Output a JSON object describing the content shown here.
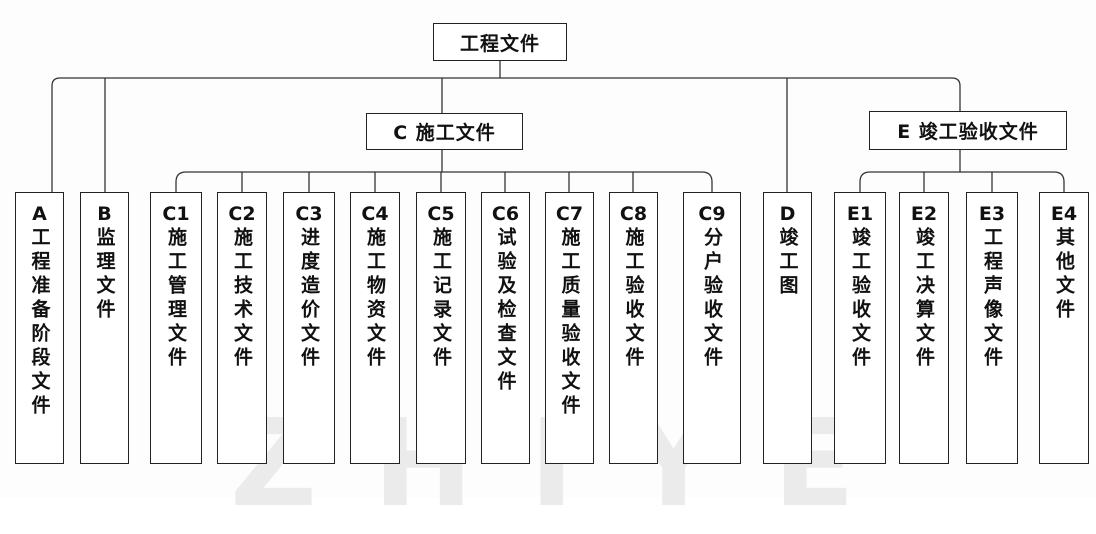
{
  "root": {
    "label": "工程文件"
  },
  "groups": {
    "C": {
      "label": "C 施工文件"
    },
    "E": {
      "label": "E 竣工验收文件"
    }
  },
  "leaves": [
    {
      "code": "A",
      "text": "工程准备阶段文件"
    },
    {
      "code": "B",
      "text": "监理文件"
    },
    {
      "code": "C1",
      "text": "施工管理文件"
    },
    {
      "code": "C2",
      "text": "施工技术文件"
    },
    {
      "code": "C3",
      "text": "进度造价文件"
    },
    {
      "code": "C4",
      "text": "施工物资文件"
    },
    {
      "code": "C5",
      "text": "施工记录文件"
    },
    {
      "code": "C6",
      "text": "试验及检查文件"
    },
    {
      "code": "C7",
      "text": "施工质量验收文件"
    },
    {
      "code": "C8",
      "text": "施工验收文件"
    },
    {
      "code": "C9",
      "text": "分户验收文件"
    },
    {
      "code": "D",
      "text": "竣工图"
    },
    {
      "code": "E1",
      "text": "竣工验收文件"
    },
    {
      "code": "E2",
      "text": "竣工决算文件"
    },
    {
      "code": "E3",
      "text": "工程声像文件"
    },
    {
      "code": "E4",
      "text": "其他文件"
    }
  ],
  "watermark": "ZHIYE"
}
